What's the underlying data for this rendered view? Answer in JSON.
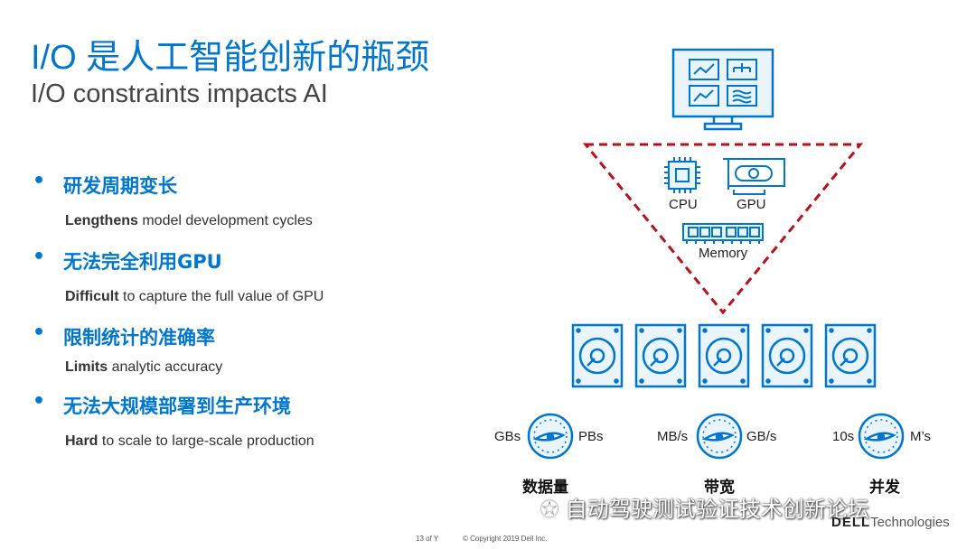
{
  "slide": {
    "title": "I/O 是人工智能创新的瓶颈",
    "subtitle": "I/O constraints impacts AI"
  },
  "bullets": [
    {
      "heading": "研发周期变长",
      "bold": "Lengthens",
      "rest": " model development cycles"
    },
    {
      "heading": "无法完全利用GPU",
      "bold": "Difficult",
      "rest": " to capture the full value of GPU"
    },
    {
      "heading": "限制统计的准确率",
      "bold": "Limits",
      "rest": " analytic accuracy"
    },
    {
      "heading": "无法大规模部署到生产环境",
      "bold": "Hard",
      "rest": " to scale to large-scale production"
    }
  ],
  "diagram": {
    "cpu_label": "CPU",
    "gpu_label": "GPU",
    "memory_label": "Memory",
    "gauges": [
      {
        "left": "GBs",
        "right": "PBs",
        "caption": "数据量"
      },
      {
        "left": "MB/s",
        "right": "GB/s",
        "caption": "带宽"
      },
      {
        "left": "10s",
        "right": "M’s",
        "caption": "并发"
      }
    ]
  },
  "footer": {
    "page": "13 of Y",
    "copyright": "© Copyright 2019 Dell Inc."
  },
  "watermark": "自动驾驶测试验证技术创新论坛",
  "brand": {
    "bold": "DELL",
    "rest": "Technologies"
  },
  "colors": {
    "accent": "#0076CE",
    "triangle": "#B5121B",
    "icon_fill": "#EAF4FB"
  }
}
